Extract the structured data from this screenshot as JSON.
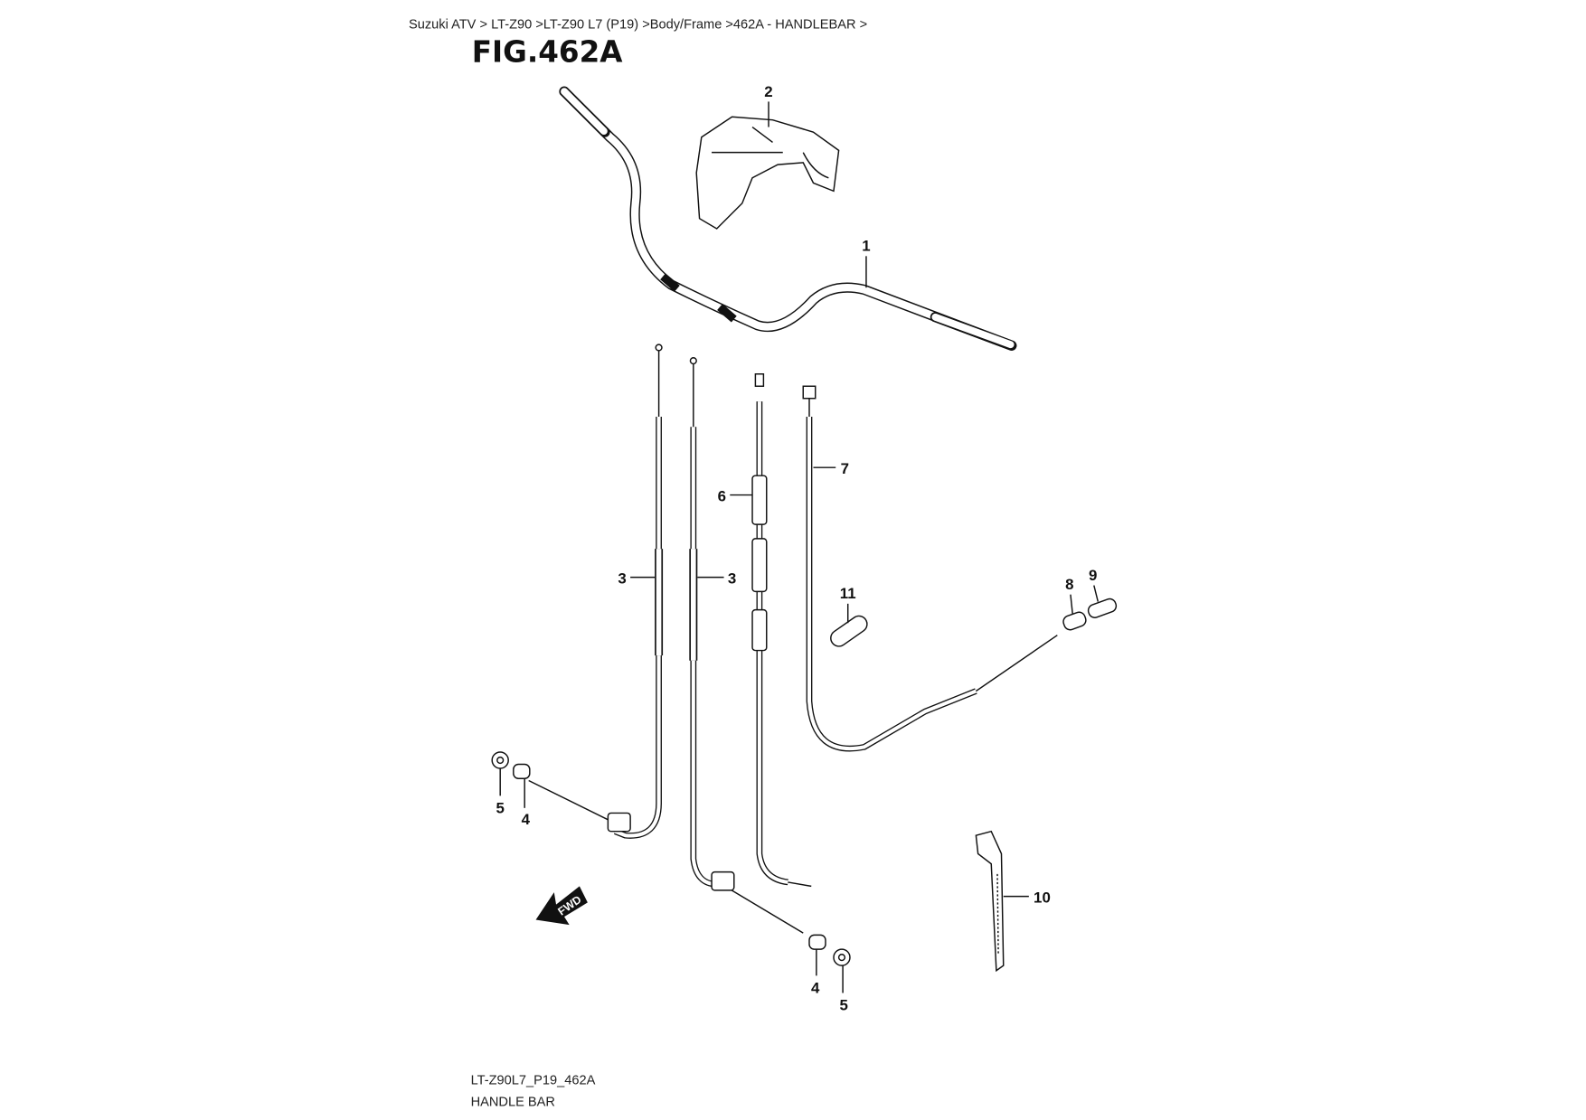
{
  "breadcrumb": "Suzuki ATV > LT-Z90 >LT-Z90 L7 (P19) >Body/Frame >462A - HANDLEBAR >",
  "figure_title": "FIG.462A",
  "callouts": {
    "c1": "1",
    "c2": "2",
    "c3a": "3",
    "c3b": "3",
    "c4a": "4",
    "c4b": "4",
    "c5a": "5",
    "c5b": "5",
    "c6": "6",
    "c7": "7",
    "c8": "8",
    "c9": "9",
    "c10": "10",
    "c11": "11"
  },
  "fwd_label": "FWD",
  "footer": {
    "code": "LT-Z90L7_P19_462A",
    "name": "HANDLE BAR"
  }
}
